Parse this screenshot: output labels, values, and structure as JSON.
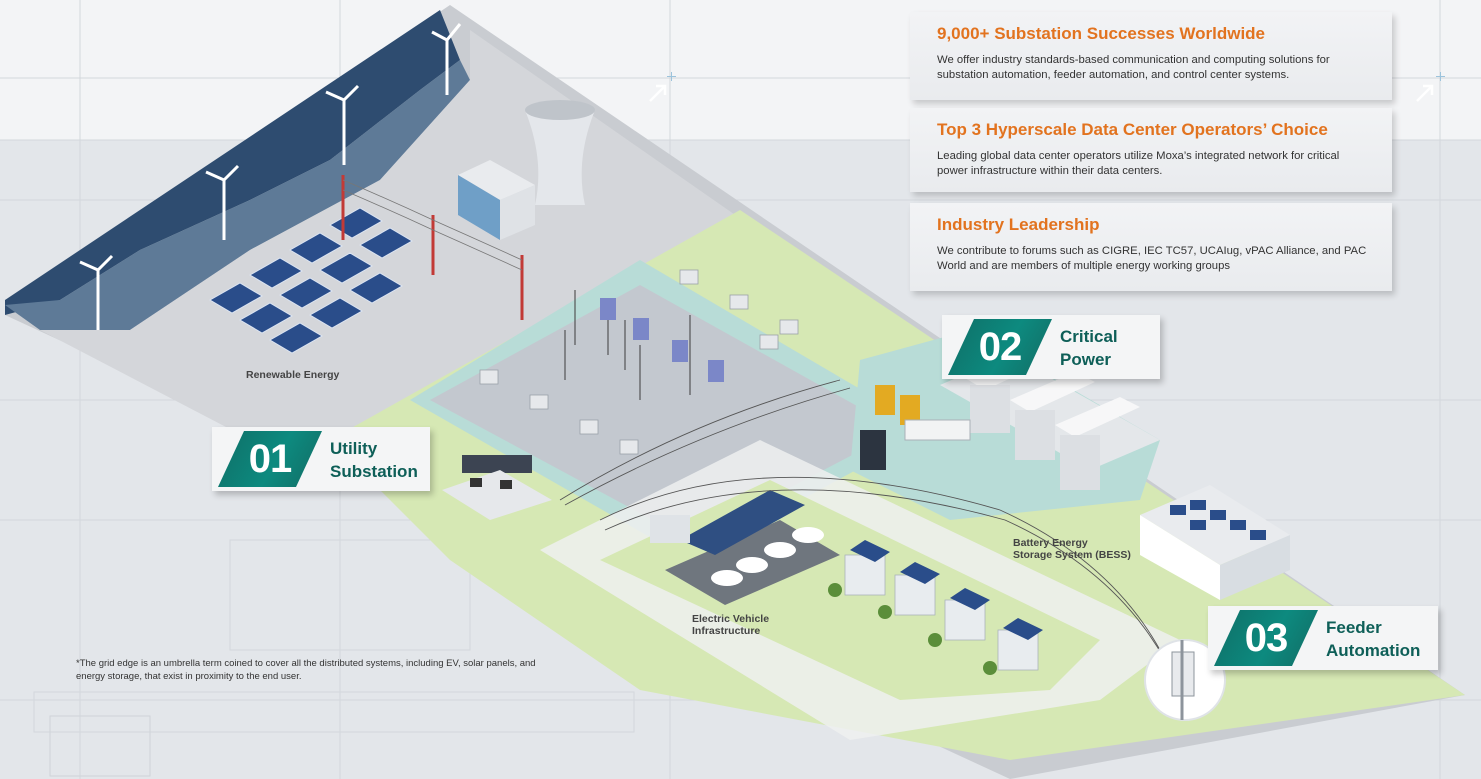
{
  "cards": [
    {
      "title": "9,000+ Substation Successes Worldwide",
      "body": "We offer industry standards-based communication and computing solutions for substation automation, feeder automation, and control center systems."
    },
    {
      "title": "Top 3 Hyperscale Data Center Operators’ Choice",
      "body": "Leading global data center operators utilize Moxa’s integrated network for critical power infrastructure within their data centers."
    },
    {
      "title": "Industry Leadership",
      "body": "We contribute to forums such as CIGRE, IEC TC57, UCAIug, vPAC Alliance, and PAC World and are members of multiple energy working groups"
    }
  ],
  "badges": [
    {
      "number": "01",
      "line1": "Utility",
      "line2": "Substation"
    },
    {
      "number": "02",
      "line1": "Critical",
      "line2": "Power"
    },
    {
      "number": "03",
      "line1": "Feeder",
      "line2": "Automation"
    }
  ],
  "areas": {
    "renewable": "Renewable Energy",
    "bess_line1": "Battery Energy",
    "bess_line2": "Storage System (BESS)",
    "ev_line1": "Electric Vehicle",
    "ev_line2": "Infrastructure"
  },
  "footnote": "*The grid edge is an umbrella term coined to cover all the distributed systems, including EV, solar panels, and energy storage, that exist in proximity to the end user.",
  "colors": {
    "accent_orange": "#e2731f",
    "badge_teal": "#0e7a70",
    "badge_text": "#0e5f58",
    "ground_green": "#d6e8b4",
    "coast_blue": "#2e4c70"
  }
}
